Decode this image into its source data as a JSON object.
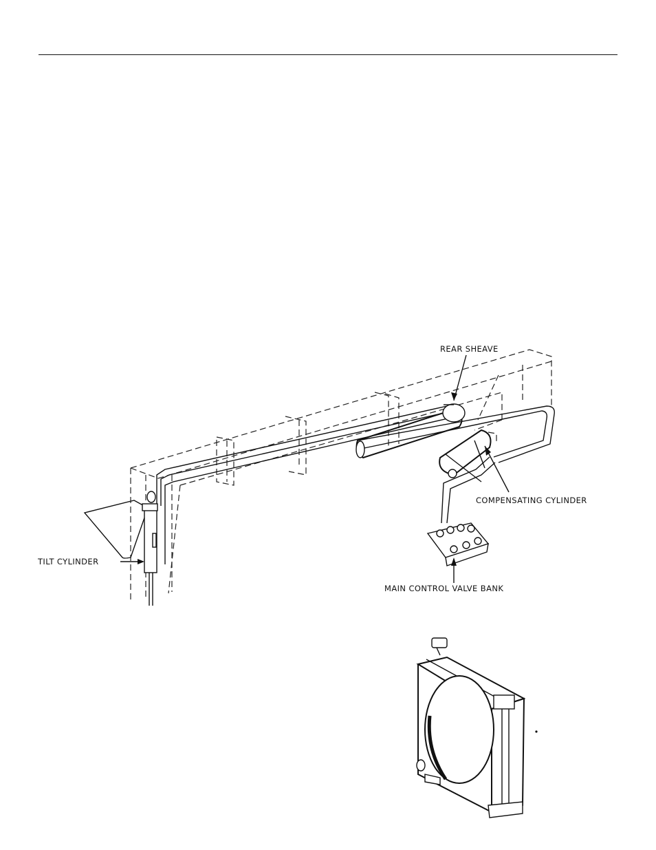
{
  "labels": {
    "rear_sheave": "REAR SHEAVE",
    "compensating_cylinder": "COMPENSATING CYLINDER",
    "tilt_cylinder": "TILT CYLINDER",
    "main_control_valve_bank": "MAIN CONTROL VALVE BANK"
  }
}
